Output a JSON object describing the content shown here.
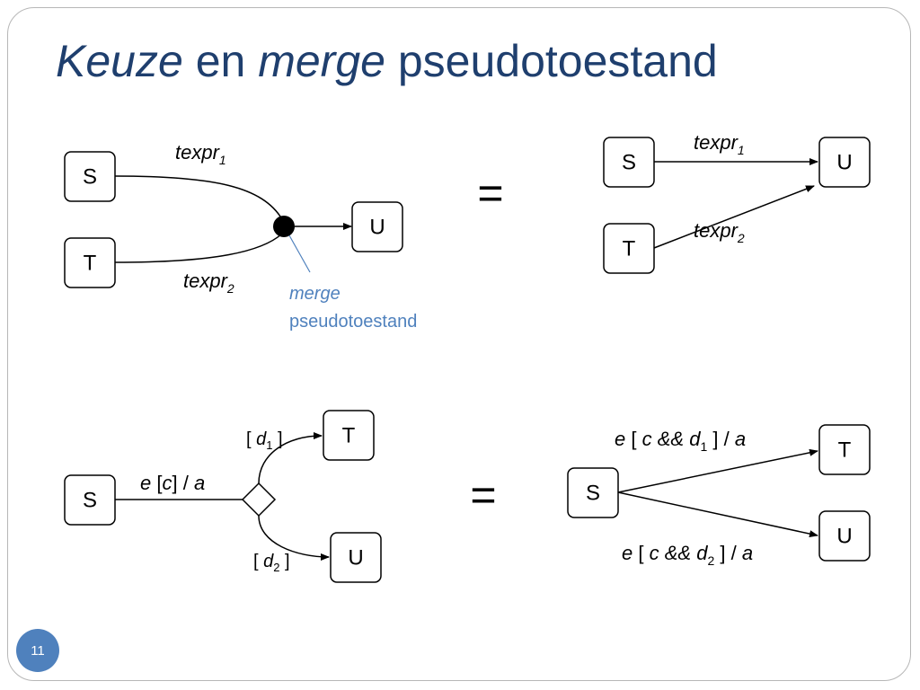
{
  "slide": {
    "title_part1": "Keuze",
    "title_part2": "en",
    "title_part3": "merge",
    "title_part4": "pseudotoestand",
    "page_number": "11"
  },
  "merge_example": {
    "left": {
      "state_s": "S",
      "state_t": "T",
      "state_u": "U",
      "label_1_base": "texpr",
      "label_1_sub": "1",
      "label_2_base": "texpr",
      "label_2_sub": "2",
      "callout_line1": "merge",
      "callout_line2": "pseudotoestand"
    },
    "equals": "=",
    "right": {
      "state_s": "S",
      "state_t": "T",
      "state_u": "U",
      "label_1_base": "texpr",
      "label_1_sub": "1",
      "label_2_base": "texpr",
      "label_2_sub": "2"
    }
  },
  "choice_example": {
    "left": {
      "state_s": "S",
      "state_t": "T",
      "state_u": "U",
      "trigger_e": "e",
      "trigger_open": "[",
      "trigger_c": "c",
      "trigger_close": "] /",
      "trigger_a": "a",
      "guard1_open": "[",
      "guard1_d": "d",
      "guard1_sub": "1",
      "guard1_close": "]",
      "guard2_open": "[",
      "guard2_d": "d",
      "guard2_sub": "2",
      "guard2_close": "]"
    },
    "equals": "=",
    "right": {
      "state_s": "S",
      "state_t": "T",
      "state_u": "U",
      "t1_e": "e",
      "t1_open": "[",
      "t1_c": "c",
      "t1_and": "&&",
      "t1_d": "d",
      "t1_sub": "1",
      "t1_close": "] /",
      "t1_a": "a",
      "t2_e": "e",
      "t2_open": "[",
      "t2_c": "c",
      "t2_and": "&&",
      "t2_d": "d",
      "t2_sub": "2",
      "t2_close": "] /",
      "t2_a": "a"
    }
  }
}
